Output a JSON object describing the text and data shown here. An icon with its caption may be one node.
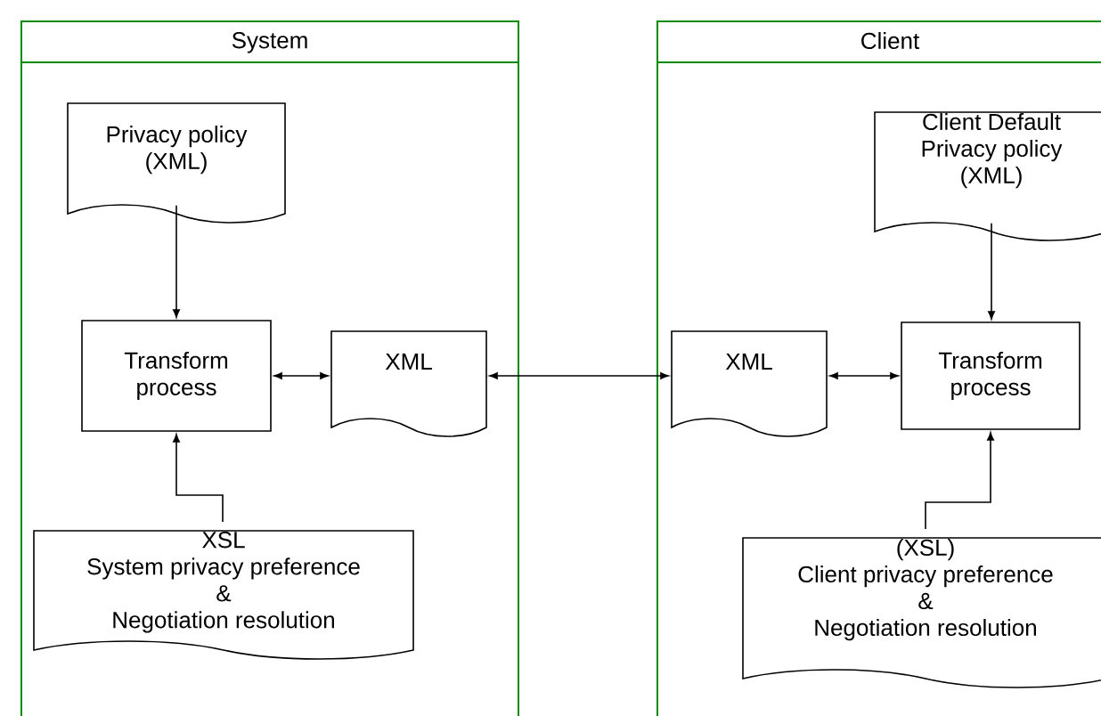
{
  "diagram": {
    "nodes": [
      {
        "text": [
          "System"
        ]
      },
      {
        "text": [
          "Privacy policy (XML)"
        ],
        "in": 0
      },
      {
        "text": [
          "Transform process"
        ],
        "in": 0
      },
      {
        "text": [
          "XML"
        ],
        "in": 0
      },
      {
        "text": [
          "XSL",
          "System privacy preference",
          "&",
          "Negotiation resolution"
        ],
        "in": 0
      },
      {
        "text": [
          "Client"
        ]
      },
      {
        "text": [
          "Client Default Privacy policy (XML)"
        ],
        "in": 5
      },
      {
        "text": [
          "XML"
        ],
        "in": 5
      },
      {
        "text": [
          "Transform process"
        ],
        "in": 5
      },
      {
        "text": [
          "(XSL)",
          "Client privacy preference",
          "&",
          "Negotiation resolution"
        ],
        "in": 5
      }
    ],
    "edges": [
      {
        "from": 1,
        "to": 2,
        "arrow": "to"
      },
      {
        "from": 2,
        "to": 3,
        "arrow": "both"
      },
      {
        "from": 3,
        "to": 7,
        "arrow": "both"
      },
      {
        "from": 7,
        "to": 8,
        "arrow": "both"
      },
      {
        "from": 4,
        "to": 2,
        "arrow": "to"
      },
      {
        "from": 6,
        "to": 8,
        "arrow": "to"
      },
      {
        "from": 9,
        "to": 8,
        "arrow": "to"
      }
    ]
  }
}
